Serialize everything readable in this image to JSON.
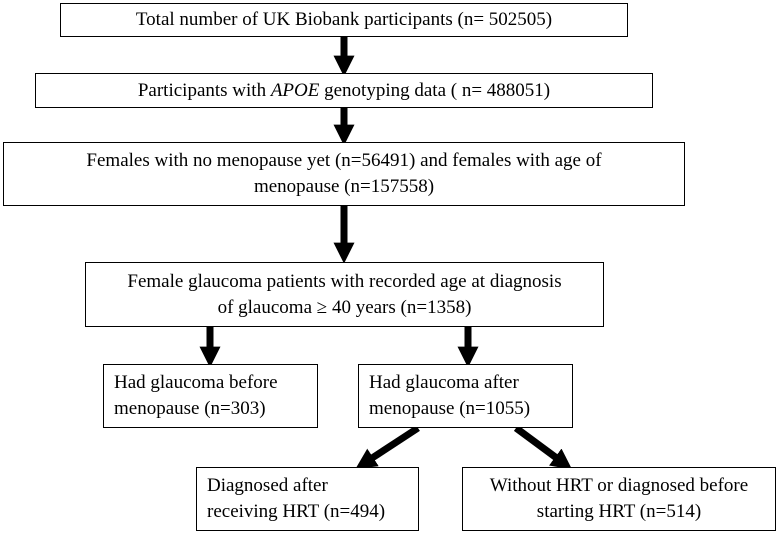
{
  "boxes": {
    "total": "Total number of UK Biobank participants (n= 502505)",
    "apoe": {
      "before": "Participants with ",
      "gene": "APOE",
      "after": " genotyping data ( n= 488051)"
    },
    "females": {
      "line1": "Females with no menopause yet (n=56491) and females with age of",
      "line2": "menopause (n=157558)"
    },
    "glaucoma": {
      "line1": "Female glaucoma patients with recorded age at diagnosis",
      "line2": "of glaucoma ≥ 40 years (n=1358)"
    },
    "before_menopause": {
      "line1": "Had glaucoma before",
      "line2": "menopause (n=303)"
    },
    "after_menopause": {
      "line1": "Had glaucoma after",
      "line2": "menopause (n=1055)"
    },
    "after_hrt": {
      "line1": "Diagnosed after",
      "line2": "receiving HRT (n=494)"
    },
    "without_hrt": {
      "line1": "Without HRT or diagnosed before",
      "line2": "starting HRT (n=514)"
    }
  },
  "colors": {
    "stroke": "#000000",
    "background": "#ffffff"
  }
}
